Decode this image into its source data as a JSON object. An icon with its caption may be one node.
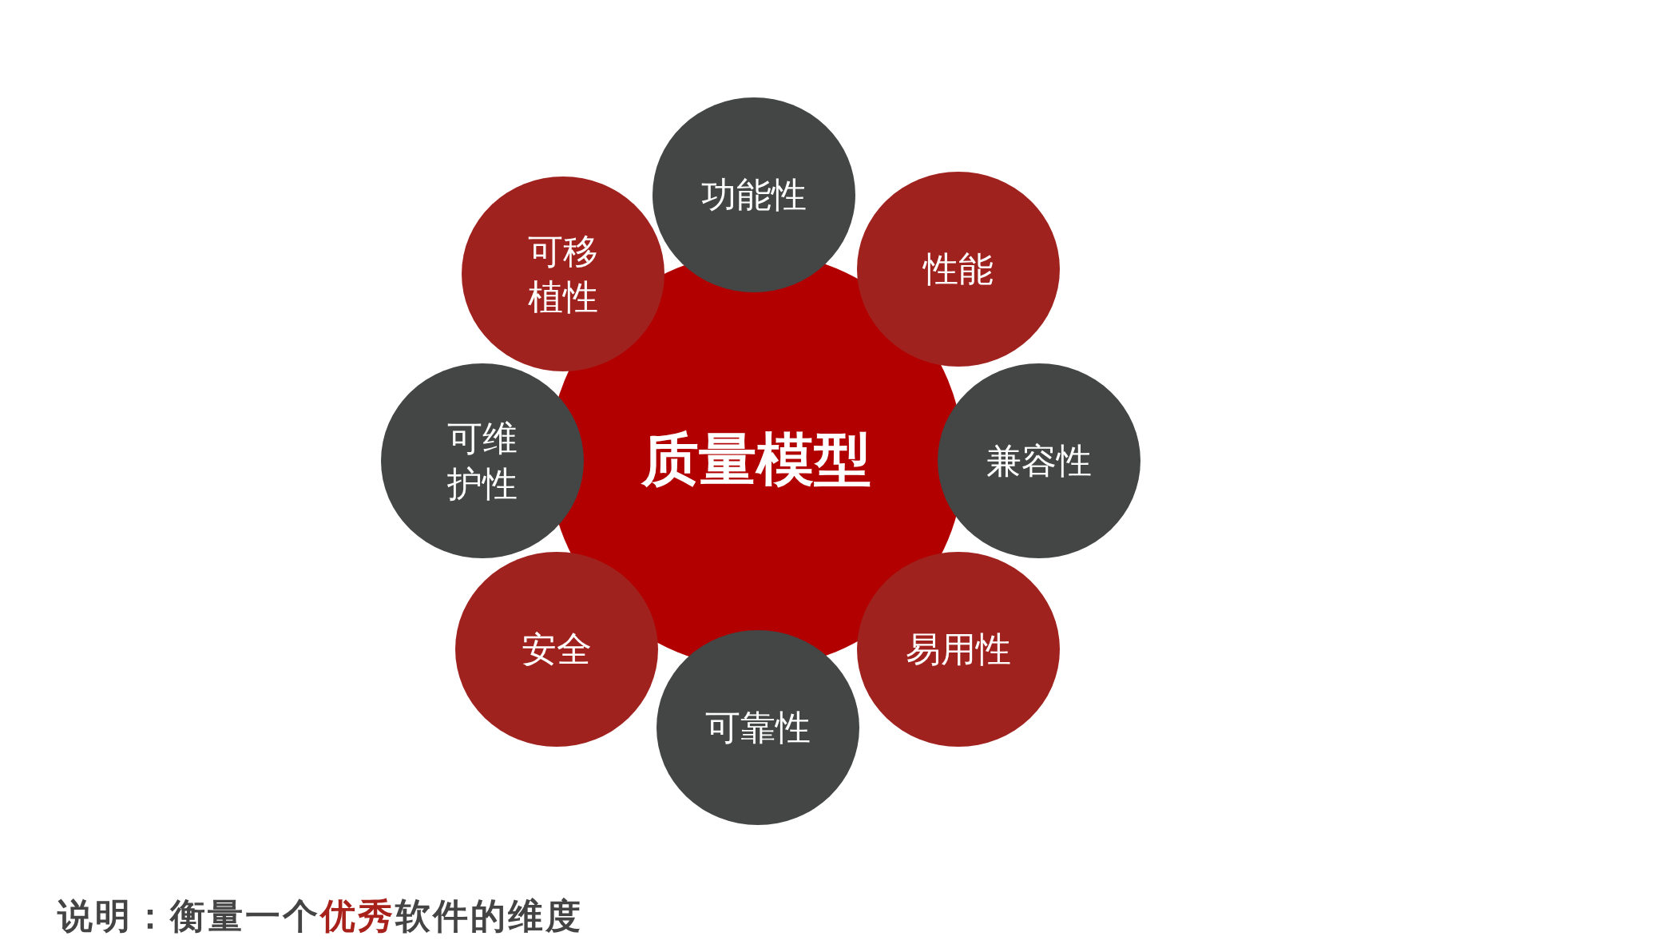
{
  "diagram": {
    "caption": "说明：衡量一个**优秀**软件的维度",
    "nodes": [
      {
        "text": [
          "质量模型"
        ]
      },
      {
        "text": [
          "功能性"
        ]
      },
      {
        "text": [
          "性能"
        ]
      },
      {
        "text": [
          "兼容性"
        ]
      },
      {
        "text": [
          "易用性"
        ]
      },
      {
        "text": [
          "可靠性"
        ]
      },
      {
        "text": [
          "安全"
        ]
      },
      {
        "text": [
          "可维护性"
        ]
      },
      {
        "text": [
          "可移植性"
        ]
      }
    ]
  }
}
